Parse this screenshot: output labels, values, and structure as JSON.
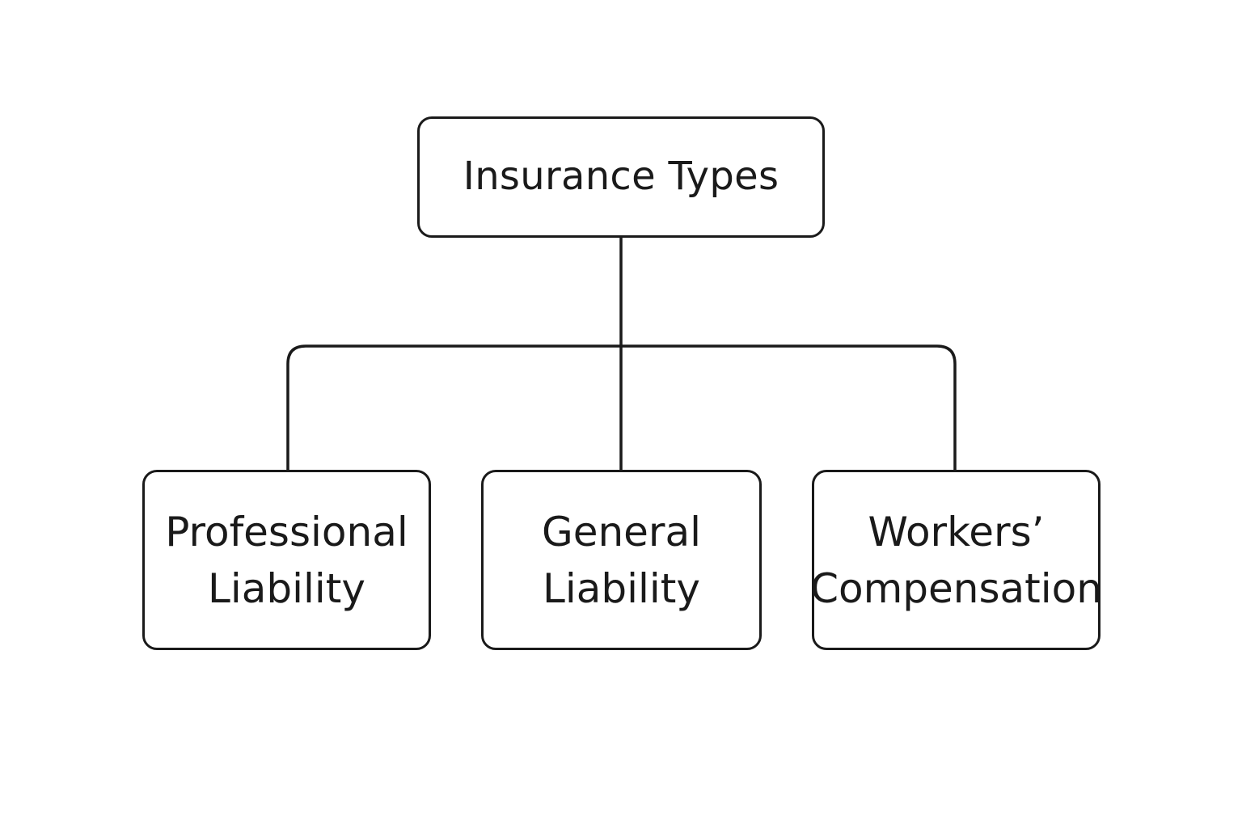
{
  "diagram": {
    "root": {
      "label": "Insurance Types"
    },
    "children": [
      {
        "lines": [
          "Professional",
          "Liability"
        ]
      },
      {
        "lines": [
          "General",
          "Liability"
        ]
      },
      {
        "lines": [
          "Workers’",
          "Compensation"
        ]
      }
    ],
    "colors": {
      "stroke": "#1a1a1a",
      "background": "#ffffff",
      "text": "#1a1a1a"
    }
  }
}
